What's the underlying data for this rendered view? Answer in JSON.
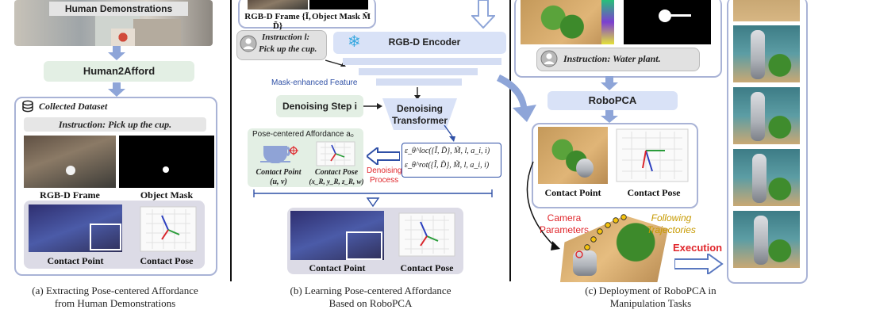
{
  "panel_a": {
    "banner": "Human Demonstrations",
    "module": "Human2Afford",
    "dataset_title": "Collected Dataset",
    "instruction": "Instruction: Pick up the cup.",
    "rgbd_label": "RGB-D Frame",
    "mask_label": "Object Mask",
    "contact_point_label": "Contact Point",
    "contact_pose_label": "Contact Pose",
    "caption_line1": "(a) Extracting Pose-centered Affordance",
    "caption_line2": "from Human Demonstrations"
  },
  "panel_b": {
    "rgbd_frame": "RGB-D Frame {Ĩ, D̃}",
    "object_mask": "Object Mask M̃",
    "instruction_line1": "Instruction l:",
    "instruction_line2": "Pick up the cup.",
    "encoder": "RGB-D Encoder",
    "mask_feature": "Mask-enhanced Feature",
    "denoising_step": "Denoising Step i",
    "transformer_line1": "Denoising",
    "transformer_line2": "Transformer",
    "affordance_title": "Pose-centered Affordance a₀",
    "contact_point_label": "Contact Point",
    "contact_point_vars": "(u, v)",
    "contact_pose_label": "Contact Pose",
    "contact_pose_vars": "(x_R, y_R, z_R, w)",
    "eps_loc": "ε_θ^loc({Ĩ, D̃}, M̃, l, a_i, i)",
    "eps_rot": "ε_θ^rot({Ĩ, D̃}, M̃, l, a_i, i)",
    "process_line1": "Denoising",
    "process_line2": "Process",
    "result_point_label": "Contact Point",
    "result_pose_label": "Contact Pose",
    "caption_line1": "(b) Learning Pose-centered Affordance",
    "caption_line2": "Based on RoboPCA"
  },
  "panel_c": {
    "instruction": "Instruction: Water plant.",
    "module": "RoboPCA",
    "contact_point_label": "Contact Point",
    "contact_pose_label": "Contact Pose",
    "camera_line1": "Camera",
    "camera_line2": "Parameters",
    "following_line1": "Following",
    "following_line2": "Trajectories",
    "execution": "Execution",
    "caption_line1": "(c) Deployment of RoboPCA in",
    "caption_line2": "Manipulation Tasks"
  },
  "colors": {
    "panel_border": "#a9b3d6",
    "red_text": "#e0262b",
    "gold_text": "#c79a00",
    "blue_text": "#2f50a6",
    "arrow_fill": "#8ea5d8"
  }
}
